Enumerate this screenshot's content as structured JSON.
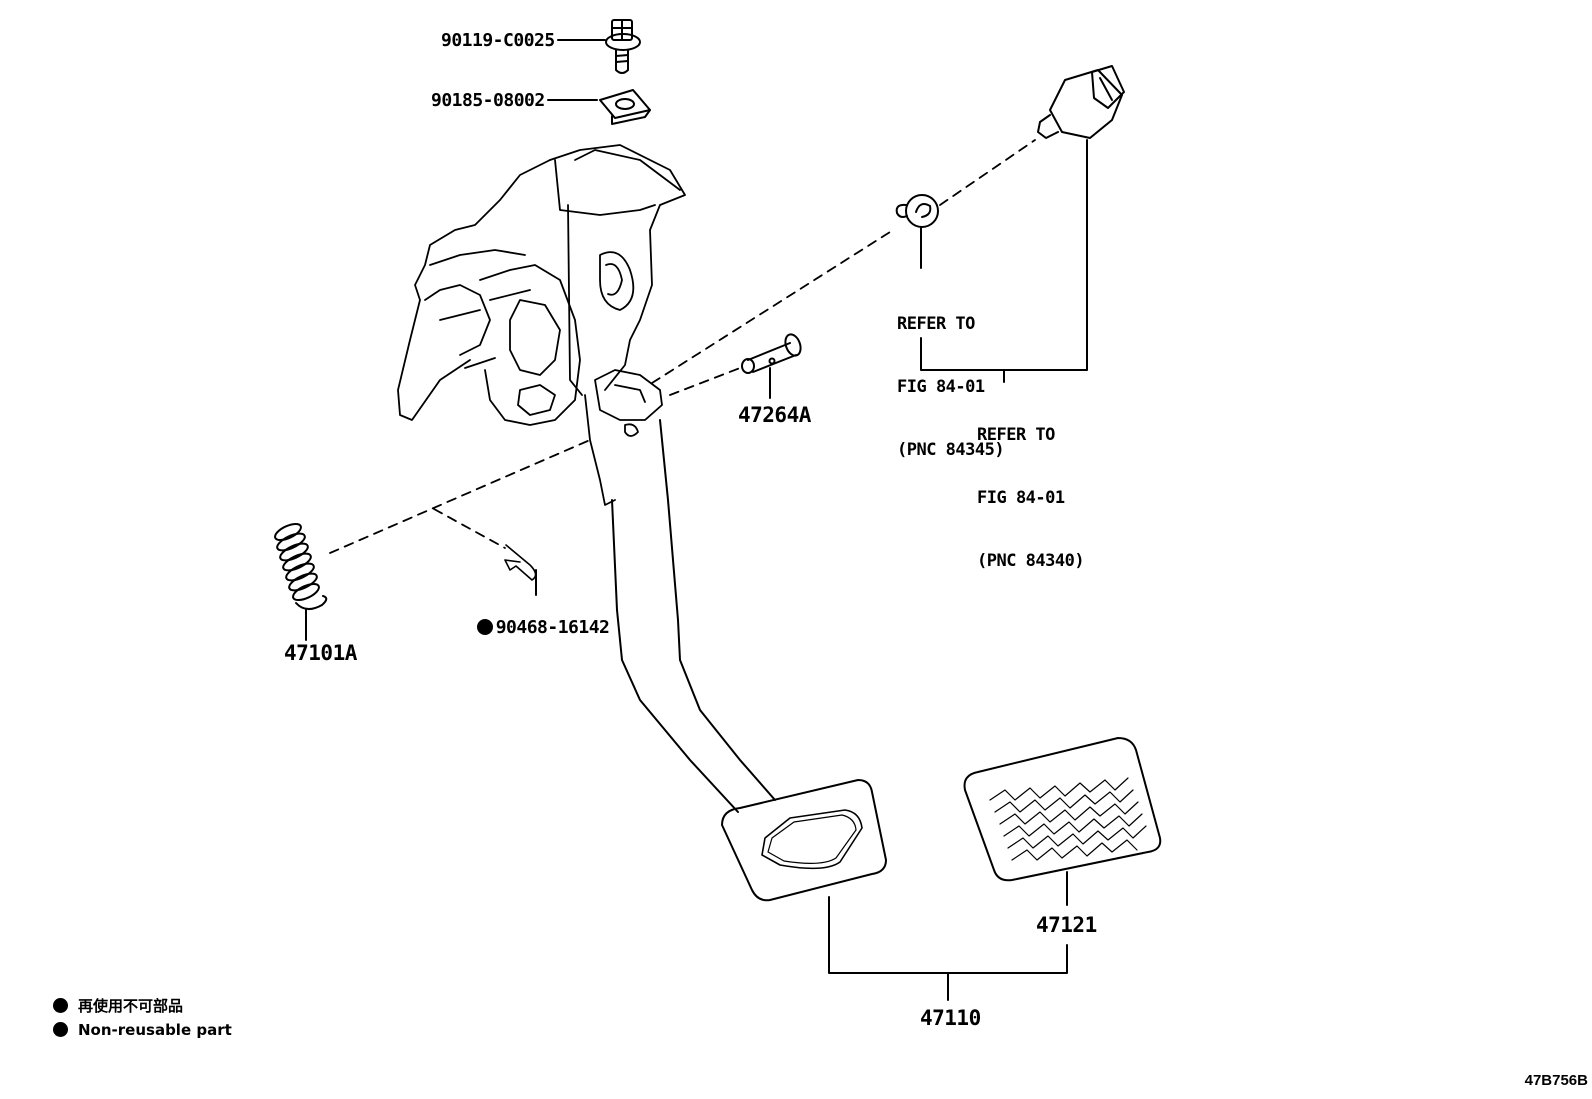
{
  "diagram": {
    "callouts": [
      {
        "id": "bolt",
        "text": "90119-C0025"
      },
      {
        "id": "nut",
        "text": "90185-08002"
      },
      {
        "id": "pin",
        "text": "47264A"
      },
      {
        "id": "spring",
        "text": "47101A"
      },
      {
        "id": "clip",
        "text": "90468-16142",
        "non_reusable": true
      },
      {
        "id": "pad",
        "text": "47121"
      },
      {
        "id": "pedal",
        "text": "47110"
      }
    ],
    "references": [
      {
        "id": "ref-84345",
        "lines": [
          "REFER TO",
          "FIG 84-01",
          "(PNC 84345)"
        ]
      },
      {
        "id": "ref-84340",
        "lines": [
          "REFER TO",
          "FIG 84-01",
          "(PNC 84340)"
        ]
      }
    ],
    "legend": {
      "items": [
        {
          "icon": "filled-circle",
          "text": "再使用不可部品"
        },
        {
          "icon": "filled-circle",
          "text": "Non-reusable part"
        }
      ]
    },
    "illustration_code": "47B756B"
  }
}
